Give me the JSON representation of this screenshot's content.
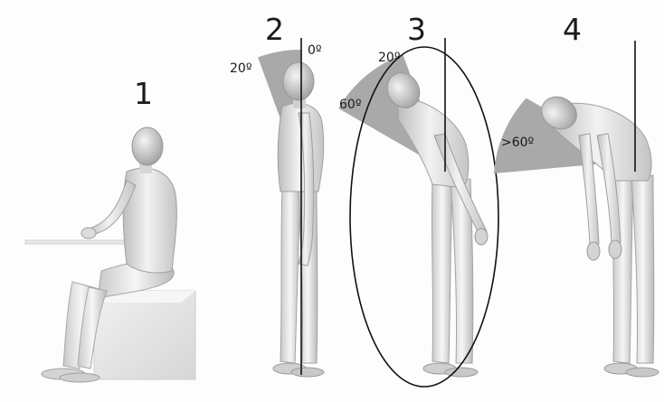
{
  "figures": [
    {
      "number": "1",
      "description_key": "seated"
    },
    {
      "number": "2",
      "angle_labels": [
        "20º",
        "0º"
      ]
    },
    {
      "number": "3",
      "angle_labels": [
        "20º",
        "60º"
      ],
      "highlighted": true
    },
    {
      "number": "4",
      "angle_labels": [
        ">60º"
      ]
    }
  ],
  "colors": {
    "background": "#fdfdfd",
    "wedge": "#a9a9a9",
    "figure_light": "#ececec",
    "figure_mid": "#cfcfcf",
    "figure_dark": "#9d9d9d",
    "line": "#111111"
  }
}
